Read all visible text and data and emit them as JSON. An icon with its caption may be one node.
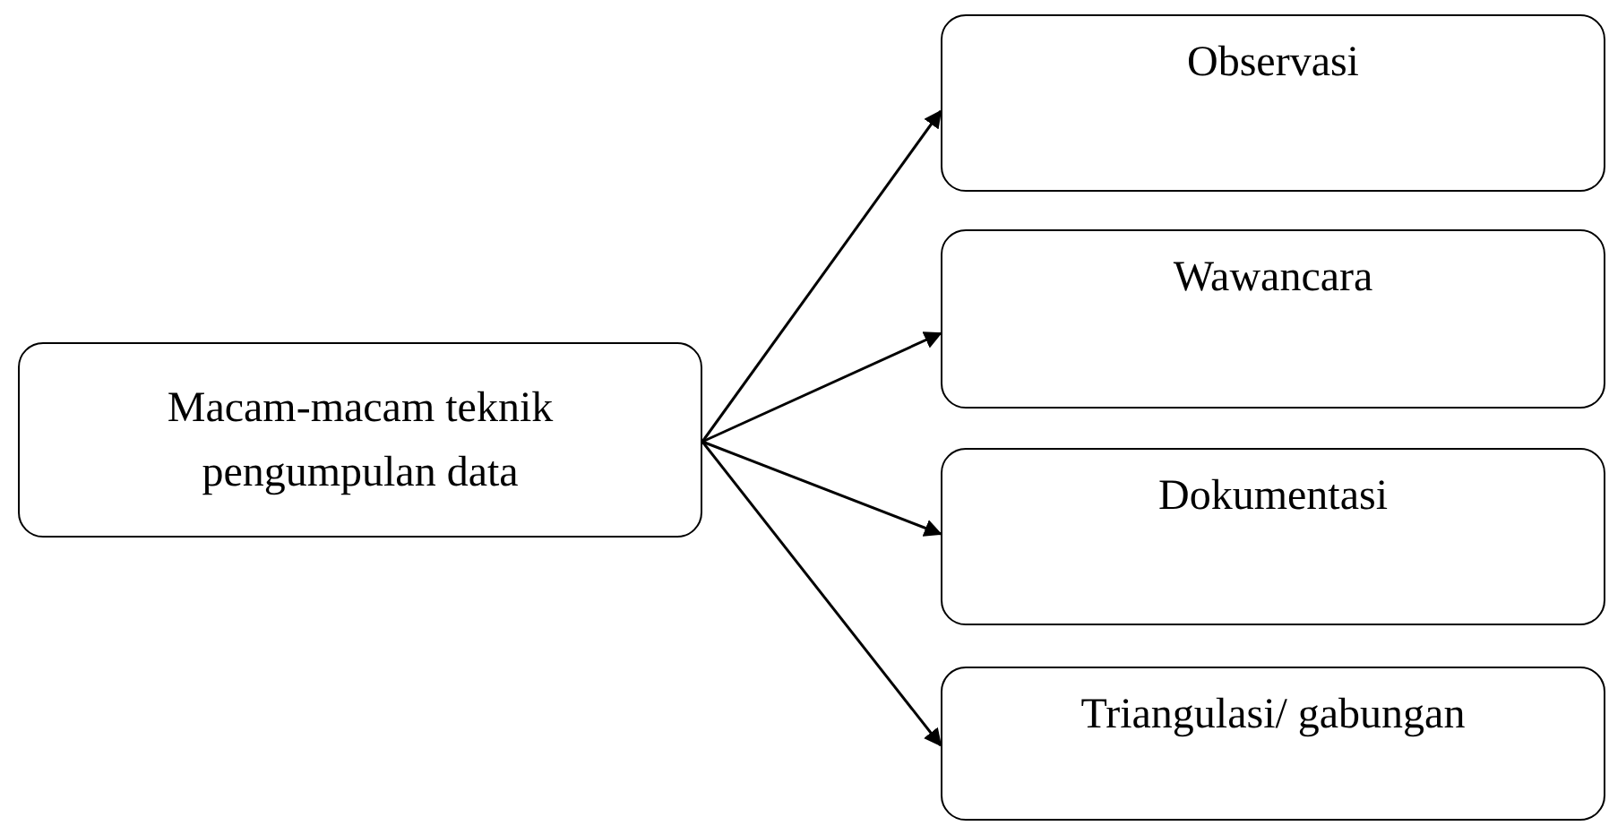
{
  "diagram": {
    "nodes": [
      {
        "text": [
          "Macam-macam teknik pengumpulan data"
        ]
      },
      {
        "text": [
          "Observasi"
        ]
      },
      {
        "text": [
          "Wawancara"
        ]
      },
      {
        "text": [
          "Dokumentasi"
        ]
      },
      {
        "text": [
          "Triangulasi/ gabungan"
        ]
      }
    ],
    "edges": [
      {
        "from": 0,
        "to": 1,
        "arrow": "to"
      },
      {
        "from": 0,
        "to": 2,
        "arrow": "to"
      },
      {
        "from": 0,
        "to": 3,
        "arrow": "to"
      },
      {
        "from": 0,
        "to": 4,
        "arrow": "to"
      }
    ]
  }
}
